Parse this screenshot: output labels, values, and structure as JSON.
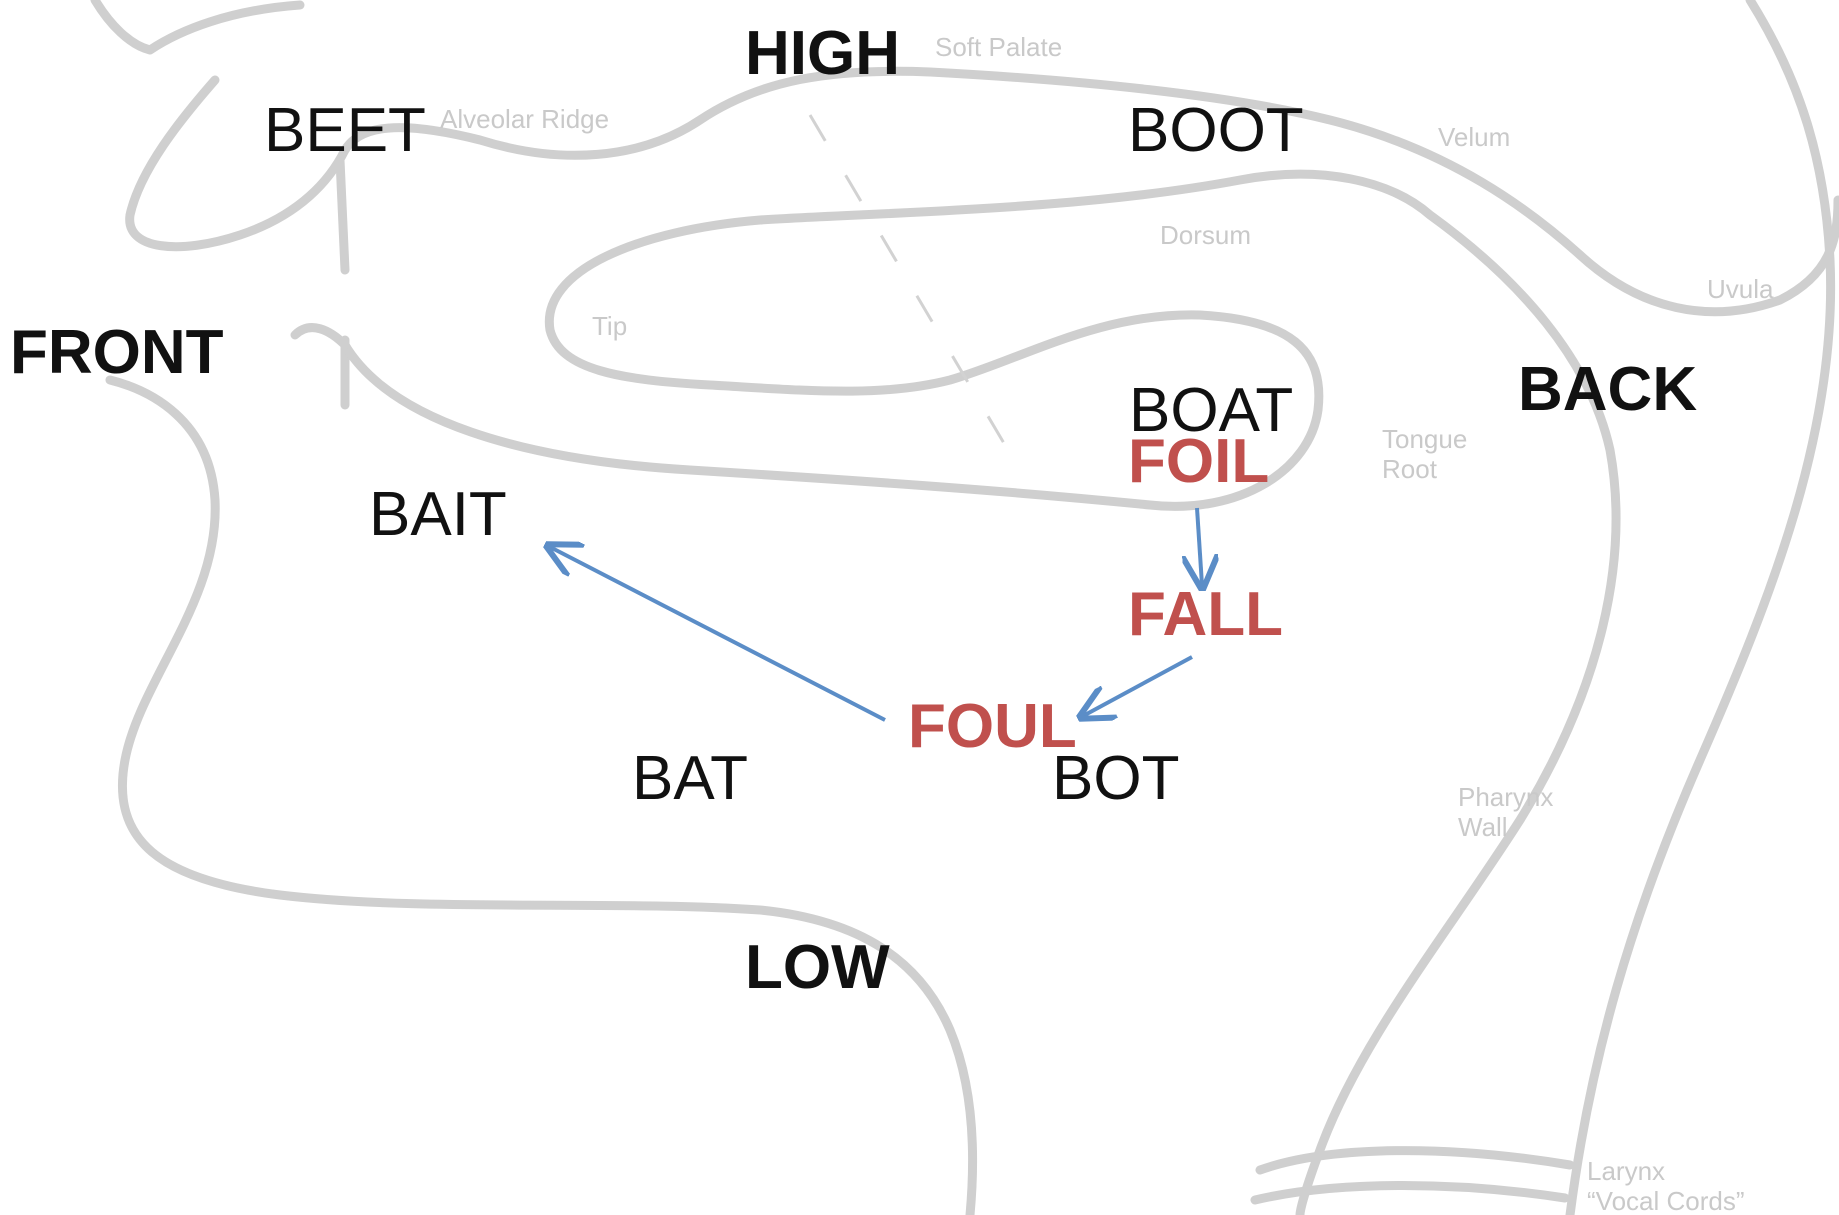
{
  "axes": {
    "high": "HIGH",
    "low": "LOW",
    "front": "FRONT",
    "back": "BACK"
  },
  "anatomy": {
    "soft_palate": "Soft Palate",
    "alveolar_ridge": "Alveolar Ridge",
    "velum": "Velum",
    "dorsum": "Dorsum",
    "uvula": "Uvula",
    "tip": "Tip",
    "tongue_root_1": "Tongue",
    "tongue_root_2": "Root",
    "pharynx_wall_1": "Pharynx",
    "pharynx_wall_2": "Wall",
    "larynx_1": "Larynx",
    "larynx_2": "“Vocal Cords”"
  },
  "vowels": {
    "beet": "BEET",
    "boot": "BOOT",
    "boat": "BOAT",
    "bait": "BAIT",
    "bat": "BAT",
    "bot": "BOT"
  },
  "shift_words": {
    "foil": "FOIL",
    "fall": "FALL",
    "foul": "FOUL"
  },
  "colors": {
    "vowel_text": "#111111",
    "shift_text": "#c0504d",
    "arrow": "#5b8dc7",
    "outline": "#cfcfcf"
  }
}
